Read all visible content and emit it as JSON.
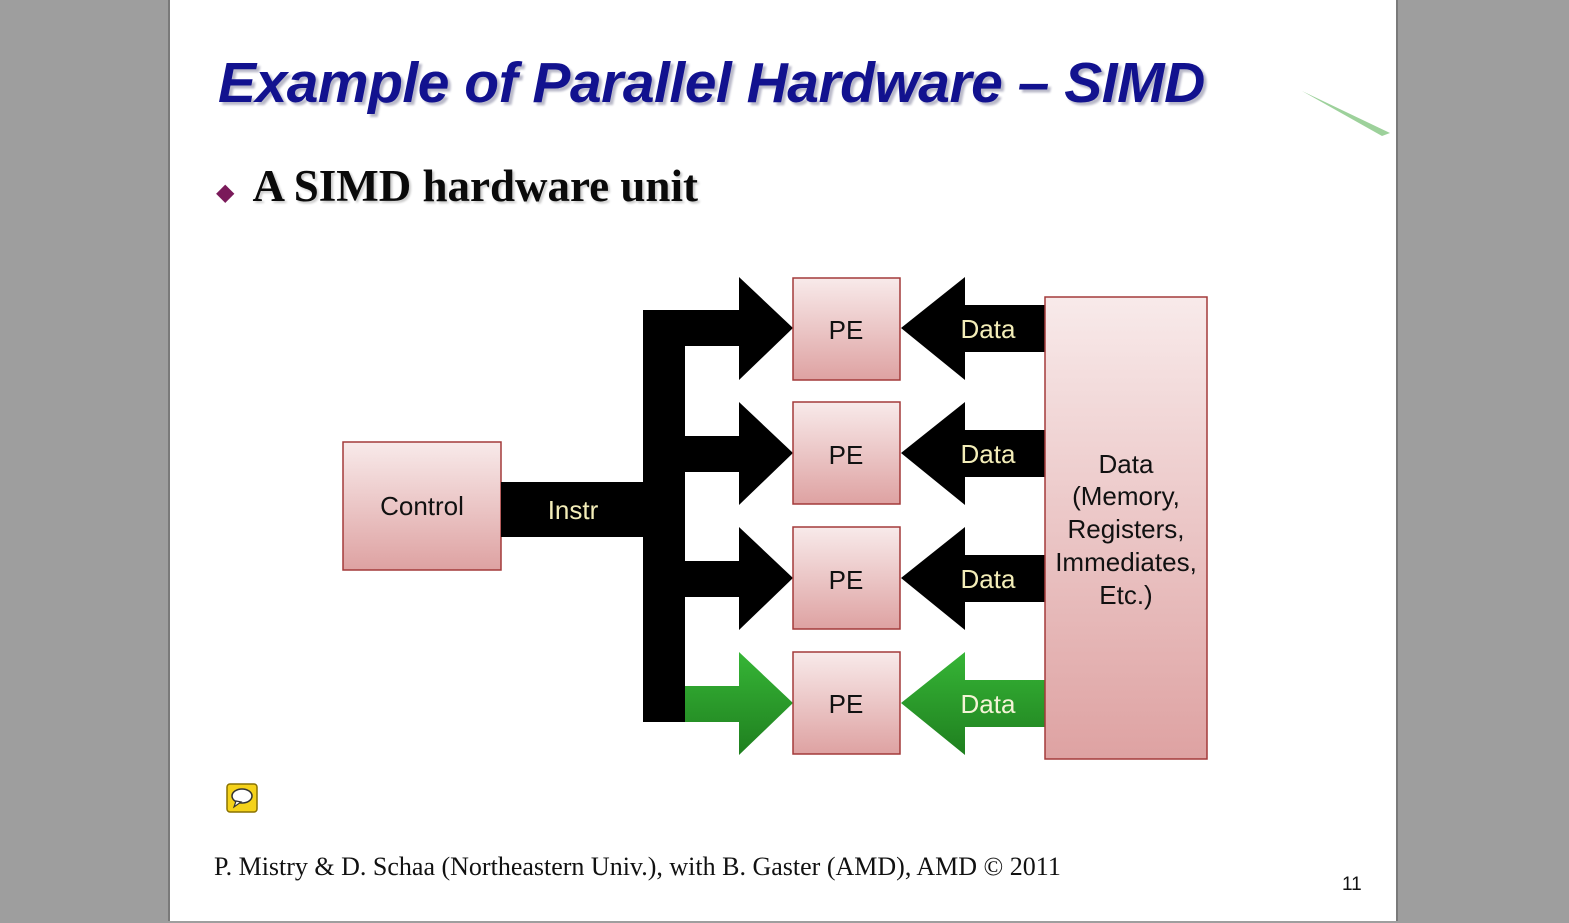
{
  "slide": {
    "title": "Example of Parallel Hardware – SIMD",
    "bullet": "A SIMD hardware unit",
    "footer": "P. Mistry & D. Schaa (Northeastern Univ.), with B. Gaster (AMD), AMD © 2011",
    "page_number": "11"
  },
  "diagram": {
    "control_label": "Control",
    "instr_label": "Instr",
    "pe_labels": [
      "PE",
      "PE",
      "PE",
      "PE"
    ],
    "data_arrow_labels": [
      "Data",
      "Data",
      "Data",
      "Data"
    ],
    "data_box_lines": [
      "Data",
      "(Memory,",
      "Registers,",
      "Immediates,",
      "Etc.)"
    ],
    "highlighted_lane": 4
  },
  "colors": {
    "title": "#12128f",
    "arrow": "#000000",
    "highlight_arrow": "#2a9a2a",
    "box_top": "#f8eaea",
    "box_bottom": "#dea2a2",
    "box_border": "#a33a3a",
    "arrow_text": "#f3edb8",
    "bullet": "#7a1a5a",
    "rule": "#a9d18e"
  },
  "icons": {
    "comment": "comment-icon",
    "bullet": "diamond-bullet-icon"
  }
}
